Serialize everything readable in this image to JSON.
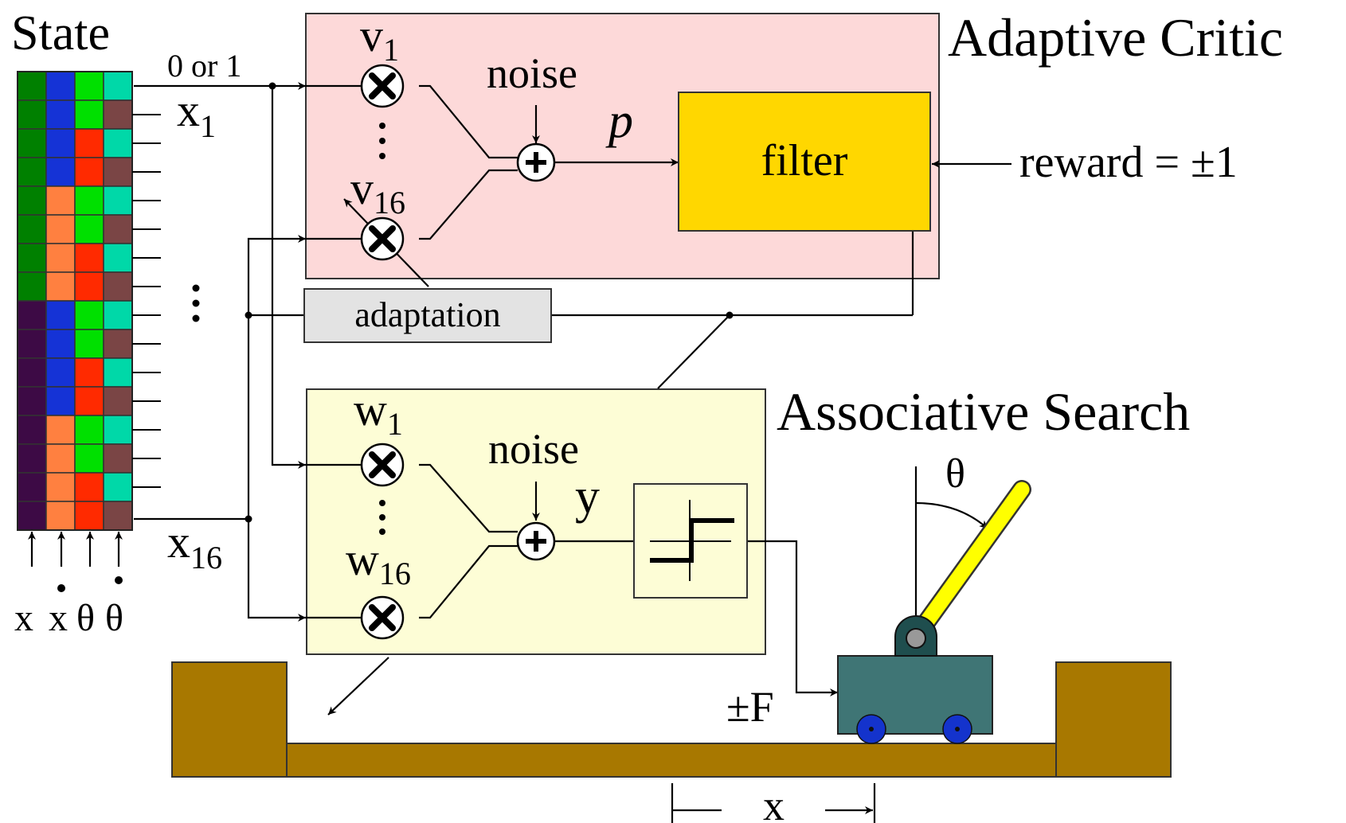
{
  "labels": {
    "state": "State",
    "zero_or_one": "0 or 1",
    "x1_main": "x",
    "x1_sub": "1",
    "x16_main": "x",
    "x16_sub": "16",
    "adaptive_critic": "Adaptive Critic",
    "associative_search": "Associative Search",
    "v1_main": "v",
    "v1_sub": "1",
    "v16_main": "v",
    "v16_sub": "16",
    "w1_main": "w",
    "w1_sub": "1",
    "w16_main": "w",
    "w16_sub": "16",
    "noise_top": "noise",
    "noise_bottom": "noise",
    "p": "p",
    "y": "y",
    "filter": "filter",
    "reward": "reward = ±1",
    "adaptation": "adaptation",
    "theta": "θ",
    "force": "±F",
    "x_position": "x",
    "state_var_x": "x",
    "state_var_xdot": "x",
    "state_var_theta": "θ",
    "state_var_thetadot": "θ"
  },
  "state_grid": {
    "rows": 16,
    "columns": [
      [
        "#008000",
        "#008000",
        "#008000",
        "#008000",
        "#008000",
        "#008000",
        "#008000",
        "#008000",
        "#3d0a45",
        "#3d0a45",
        "#3d0a45",
        "#3d0a45",
        "#3d0a45",
        "#3d0a45",
        "#3d0a45",
        "#3d0a45"
      ],
      [
        "#1533d6",
        "#1533d6",
        "#1533d6",
        "#1533d6",
        "#ff8040",
        "#ff8040",
        "#ff8040",
        "#ff8040",
        "#1533d6",
        "#1533d6",
        "#1533d6",
        "#1533d6",
        "#ff8040",
        "#ff8040",
        "#ff8040",
        "#ff8040"
      ],
      [
        "#00e000",
        "#00e000",
        "#ff2a00",
        "#ff2a00",
        "#00e000",
        "#00e000",
        "#ff2a00",
        "#ff2a00",
        "#00e000",
        "#00e000",
        "#ff2a00",
        "#ff2a00",
        "#00e000",
        "#00e000",
        "#ff2a00",
        "#ff2a00"
      ],
      [
        "#00d8a8",
        "#7a4545",
        "#00d8a8",
        "#7a4545",
        "#00d8a8",
        "#7a4545",
        "#00d8a8",
        "#7a4545",
        "#00d8a8",
        "#7a4545",
        "#00d8a8",
        "#7a4545",
        "#00d8a8",
        "#7a4545",
        "#00d8a8",
        "#7a4545"
      ]
    ]
  },
  "colors": {
    "critic_box": "#fdd9d9",
    "search_box": "#fdfdd6",
    "filter_box": "#ffd700",
    "adaptation_box": "#e3e3e3",
    "critic_title": "#b04848",
    "search_title": "#a8743a",
    "track": "#a87800",
    "cart": "#3f7575",
    "pivot": "#1f4e4e",
    "pole": "#ffff00",
    "wheel": "#1433cc"
  }
}
